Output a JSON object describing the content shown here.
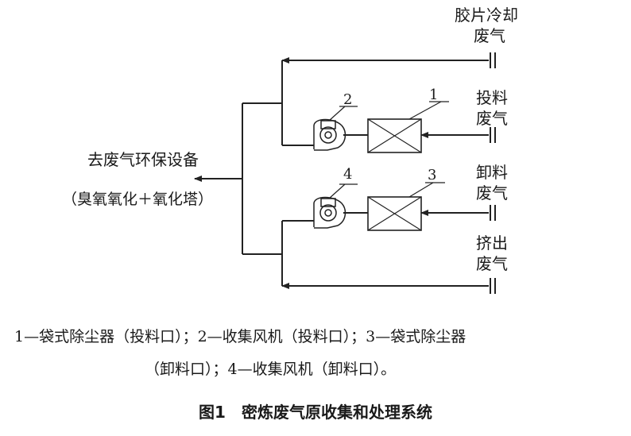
{
  "sources": {
    "top": [
      "胶片冷却",
      "废气"
    ],
    "feed": [
      "投料",
      "废气"
    ],
    "unload": [
      "卸料",
      "废气"
    ],
    "extrude": [
      "挤出",
      "废气"
    ]
  },
  "destination": {
    "line1": "去废气环保设备",
    "line2": "（臭氧氧化＋氧化塔）"
  },
  "component_numbers": [
    "1",
    "2",
    "3",
    "4"
  ],
  "legend": {
    "line1": "1—袋式除尘器（投料口）；2—收集风机（投料口）；3—袋式除尘器",
    "line2": "（卸料口）；4—收集风机（卸料口）。"
  },
  "caption": "图1　密炼废气原收集和处理系统"
}
